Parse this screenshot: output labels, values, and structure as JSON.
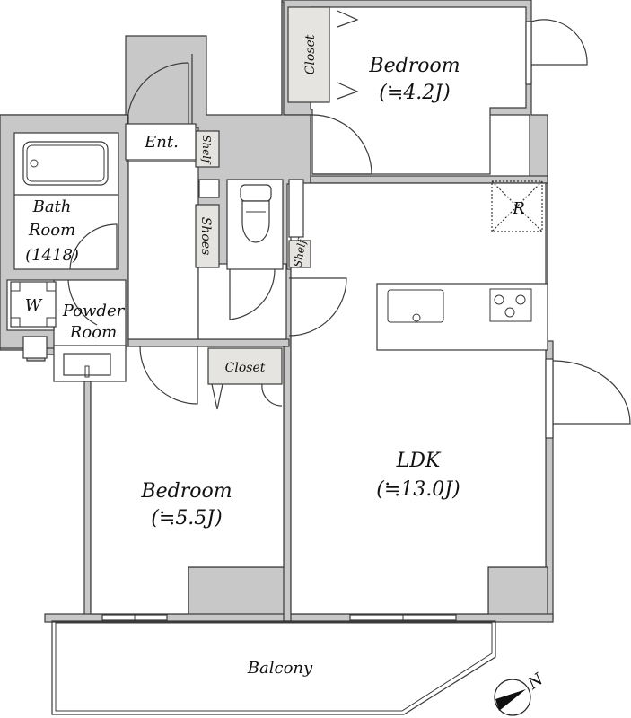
{
  "floor_plan": {
    "rooms": {
      "bedroom_north": {
        "name": "Bedroom",
        "size": "(≒4.2J)"
      },
      "bedroom_south": {
        "name": "Bedroom",
        "size": "(≒5.5J)"
      },
      "ldk": {
        "name": "LDK",
        "size": "(≒13.0J)"
      },
      "bath": {
        "line1": "Bath",
        "line2": "Room",
        "line3": "(1418)"
      },
      "powder": {
        "line1": "Powder",
        "line2": "Room"
      },
      "entrance": {
        "name": "Ent."
      },
      "balcony": {
        "name": "Balcony"
      }
    },
    "storage": {
      "closet_north": "Closet",
      "closet_south": "Closet",
      "shelf_entrance": "Shelf",
      "shelf_toilet": "Shelf",
      "shoes": "Shoes"
    },
    "fixtures": {
      "washer": "W",
      "refrigerator": "R"
    },
    "compass": {
      "label": "N"
    },
    "colors": {
      "wall": "#c8c8c8",
      "storage": "#e6e4e1",
      "line": "#3a3a3a"
    }
  }
}
